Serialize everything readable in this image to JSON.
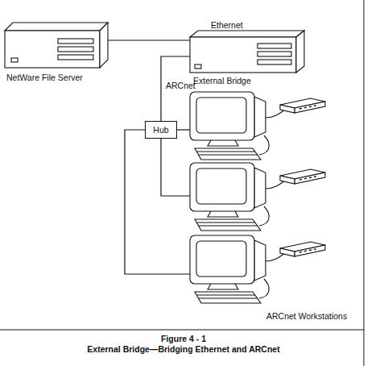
{
  "diagram": {
    "title": "Figure 4 - 1",
    "caption": "External Bridge—Bridging Ethernet and ARCnet",
    "nodes": [
      {
        "text": [
          "NetWare File Server"
        ]
      },
      {
        "text": [
          "External Bridge"
        ]
      },
      {
        "text": [
          "Hub"
        ]
      },
      {
        "text": []
      },
      {
        "text": []
      },
      {
        "text": [
          "ARCnet Workstations"
        ]
      }
    ],
    "edges": [
      {
        "from": 0,
        "to": 1,
        "arrow": "none",
        "label": "Ethernet"
      },
      {
        "from": 1,
        "to": 2,
        "arrow": "none",
        "label": "ARCnet"
      },
      {
        "from": 2,
        "to": 3,
        "arrow": "none"
      },
      {
        "from": 2,
        "to": 4,
        "arrow": "none"
      },
      {
        "from": 2,
        "to": 5,
        "arrow": "none"
      }
    ]
  }
}
